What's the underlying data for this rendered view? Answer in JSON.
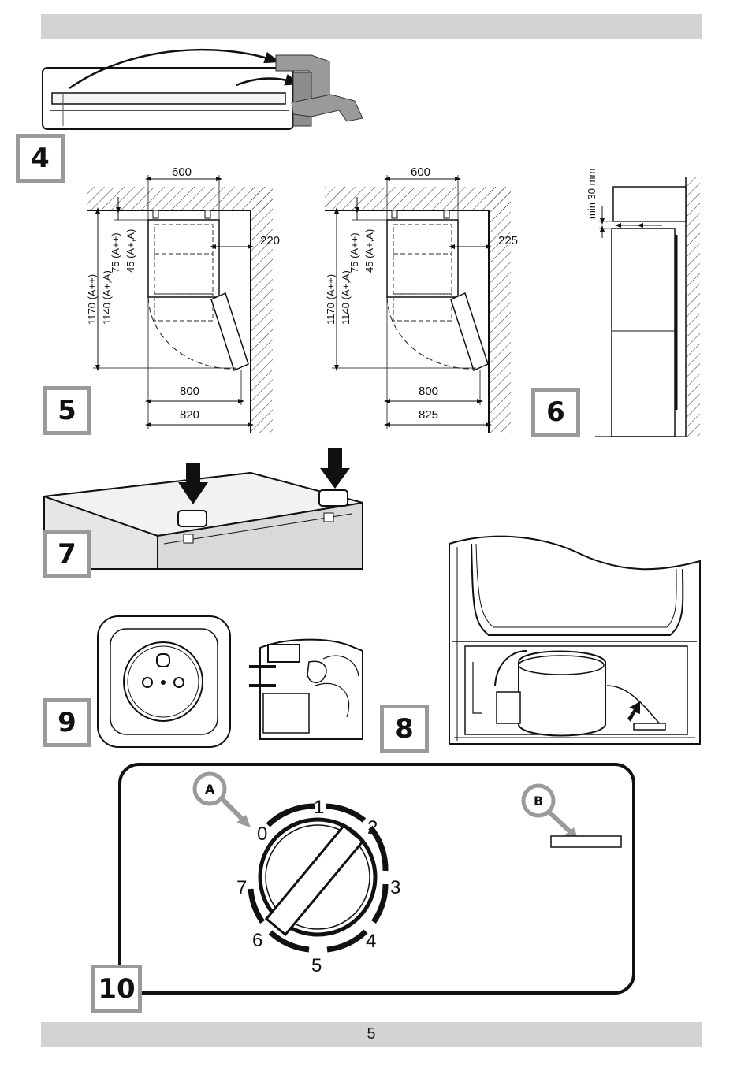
{
  "page": {
    "page_number": "5"
  },
  "figures": {
    "fig4": {
      "label": "4"
    },
    "fig5": {
      "label": "5",
      "left": {
        "width_top": "600",
        "side_gap": "220",
        "height_app": "1170 (A++)",
        "height_a": "1140 (A+,A)",
        "gap_app": "75 (A++)",
        "gap_a": "45 (A+,A)",
        "depth_inner": "800",
        "depth_outer": "820"
      },
      "right": {
        "width_top": "600",
        "side_gap": "225",
        "height_app": "1170 (A++)",
        "height_a": "1140 (A+,A)",
        "gap_app": "75 (A++)",
        "gap_a": "45 (A+,A)",
        "depth_inner": "800",
        "depth_outer": "825"
      }
    },
    "fig6": {
      "label": "6",
      "min_gap": "min 30 mm"
    },
    "fig7": {
      "label": "7"
    },
    "fig8": {
      "label": "8"
    },
    "fig9": {
      "label": "9"
    },
    "fig10": {
      "label": "10",
      "callout_a": "A",
      "callout_b": "B",
      "dial_numbers": [
        "0",
        "1",
        "2",
        "3",
        "4",
        "5",
        "6",
        "7"
      ]
    }
  }
}
